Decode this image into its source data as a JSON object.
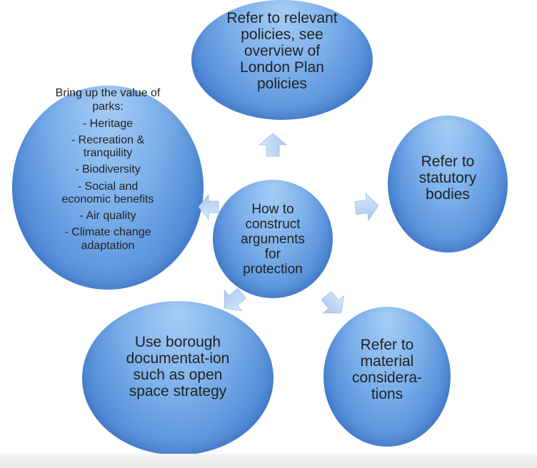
{
  "center": {
    "text": "How to\nconstruct\narguments\nfor\nprotection"
  },
  "top": {
    "text": "Refer to relevant\npolicies, see\noverview  of\nLondon Plan\npolicies"
  },
  "right": {
    "text": "Refer to\nstatutory\nbodies"
  },
  "left": {
    "heading": "Bring up the value of\nparks:",
    "bullets": [
      "- Heritage",
      "- Recreation &\ntranquility",
      "-  Biodiversity",
      "- Social and\neconomic benefits",
      "- Air quality",
      "- Climate change\nadaptation"
    ]
  },
  "bottom_left": {
    "text": "Use borough\ndocumentat-ion\nsuch as open\nspace strategy"
  },
  "bottom_right": {
    "text": "Refer to\nmaterial\nconsidera-\ntions"
  },
  "colors": {
    "circle_light": "#a6ccf5",
    "circle_dark": "#4e88d6",
    "arrow_fill": "#c4dbf5",
    "text": "#222222"
  }
}
